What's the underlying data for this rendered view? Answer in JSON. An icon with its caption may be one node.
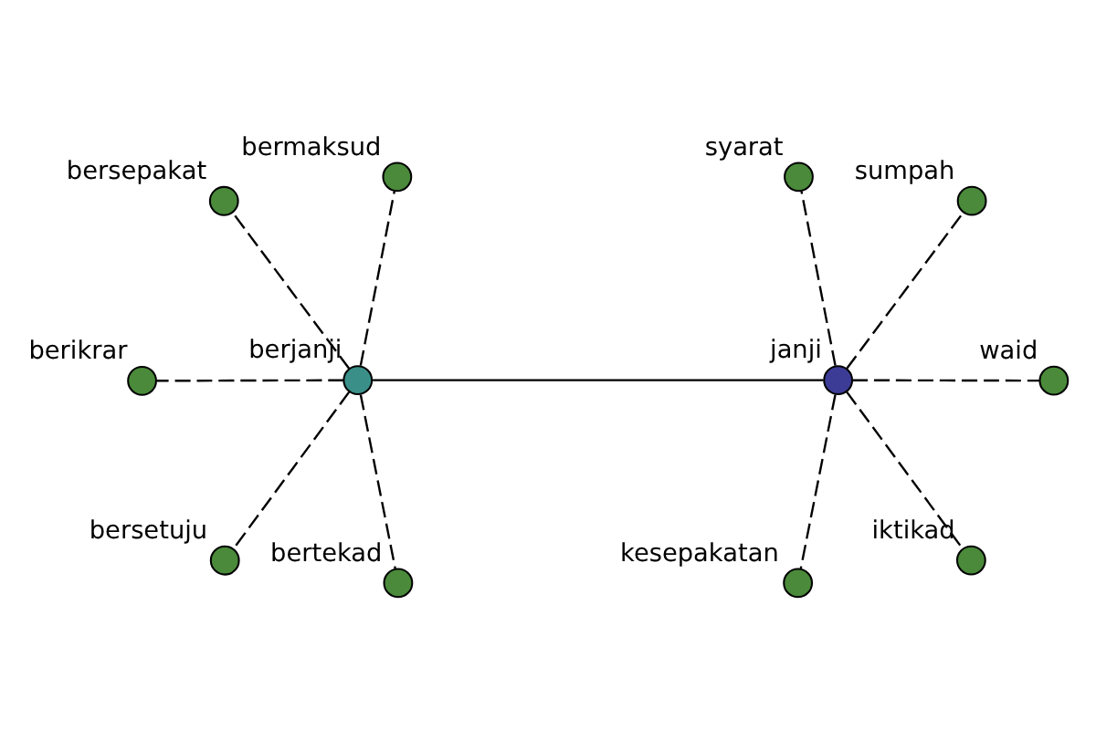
{
  "diagram": {
    "nodes": [
      {
        "text": [
          "bersetuju"
        ]
      },
      {
        "text": [
          "berikrar"
        ]
      },
      {
        "text": [
          "sumpah"
        ]
      },
      {
        "text": [
          "iktikad"
        ]
      },
      {
        "text": [
          "bermaksud"
        ]
      },
      {
        "text": [
          "berjanji"
        ]
      },
      {
        "text": [
          "janji"
        ]
      },
      {
        "text": [
          "syarat"
        ]
      },
      {
        "text": [
          "bertekad"
        ]
      },
      {
        "text": [
          "bersepakat"
        ]
      },
      {
        "text": [
          "kesepakatan"
        ]
      },
      {
        "text": [
          "waid"
        ]
      }
    ],
    "edges": [
      {
        "from": 5,
        "to": 6,
        "arrow": "none"
      },
      {
        "from": 5,
        "to": 1,
        "arrow": "none",
        "style": "dashed"
      },
      {
        "from": 5,
        "to": 0,
        "arrow": "none",
        "style": "dashed"
      },
      {
        "from": 5,
        "to": 4,
        "arrow": "none",
        "style": "dashed"
      },
      {
        "from": 5,
        "to": 8,
        "arrow": "none",
        "style": "dashed"
      },
      {
        "from": 5,
        "to": 9,
        "arrow": "none",
        "style": "dashed"
      },
      {
        "from": 6,
        "to": 2,
        "arrow": "none",
        "style": "dashed"
      },
      {
        "from": 6,
        "to": 3,
        "arrow": "none",
        "style": "dashed"
      },
      {
        "from": 6,
        "to": 7,
        "arrow": "none",
        "style": "dashed"
      },
      {
        "from": 6,
        "to": 10,
        "arrow": "none",
        "style": "dashed"
      },
      {
        "from": 6,
        "to": 11,
        "arrow": "none",
        "style": "dashed"
      }
    ]
  }
}
